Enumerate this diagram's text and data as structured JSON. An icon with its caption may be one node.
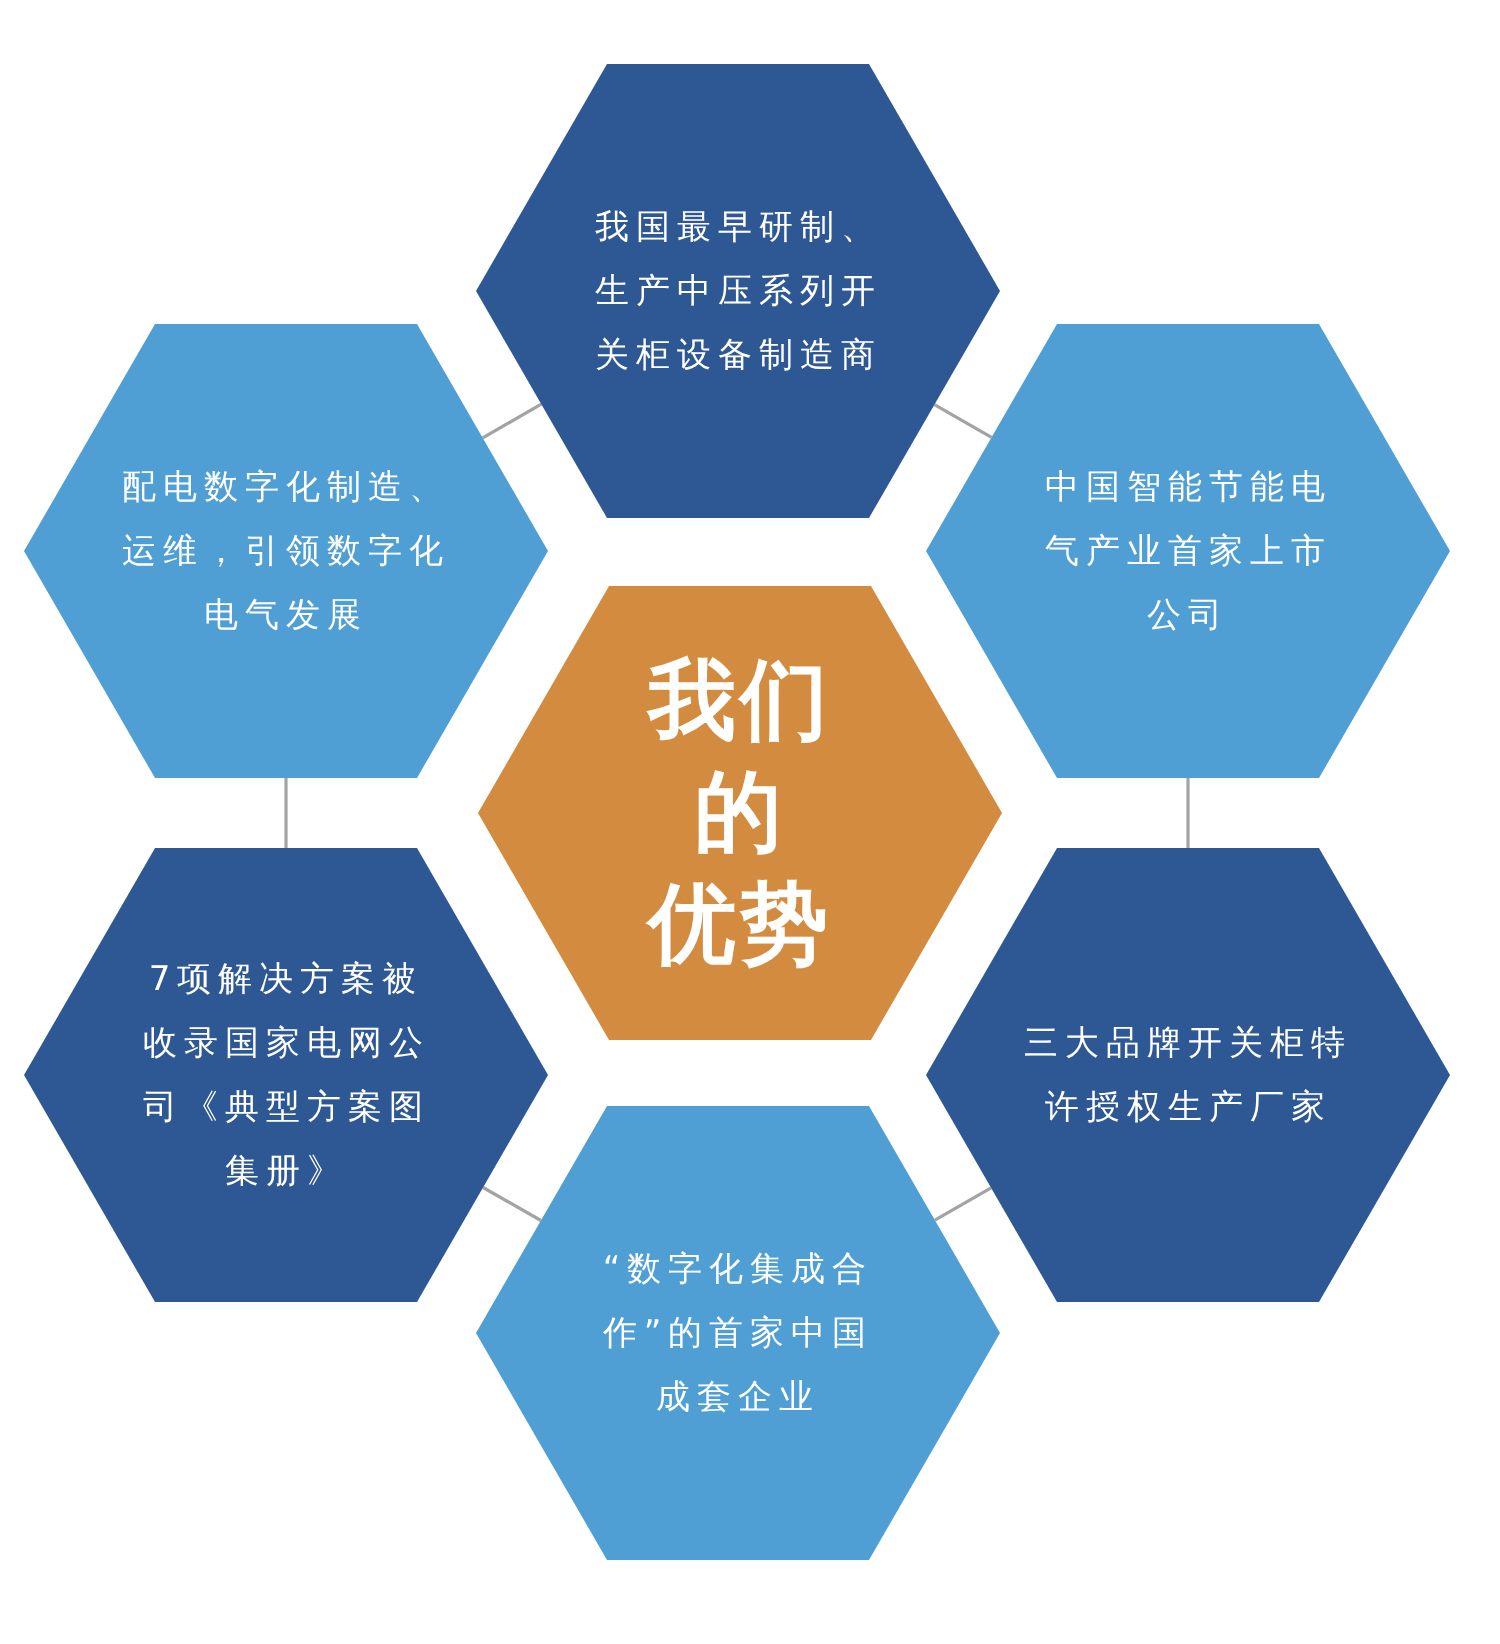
{
  "diagram": {
    "nodes": [
      {
        "text": [
          "我国最早研制、生产中压系列开关柜设备制造商"
        ]
      },
      {
        "text": [
          "配电数字化制造、运维，引领数字化电气发展"
        ]
      },
      {
        "text": [
          "中国智能节能电气产业首家上市公司"
        ]
      },
      {
        "text": [
          "我们的优势"
        ]
      },
      {
        "text": [
          "7项解决方案被收录国家电网公司《典型方案图集册》"
        ]
      },
      {
        "text": [
          "三大品牌开关柜特许授权生产厂家"
        ]
      },
      {
        "text": [
          "“数字化集成合作”的首家中国成套企业"
        ]
      }
    ],
    "edges": [
      {
        "from": 0,
        "to": 1,
        "arrow": "none"
      },
      {
        "from": 0,
        "to": 2,
        "arrow": "none"
      },
      {
        "from": 1,
        "to": 4,
        "arrow": "none"
      },
      {
        "from": 2,
        "to": 5,
        "arrow": "none"
      },
      {
        "from": 4,
        "to": 6,
        "arrow": "none"
      },
      {
        "from": 6,
        "to": 5,
        "arrow": "none"
      }
    ]
  }
}
